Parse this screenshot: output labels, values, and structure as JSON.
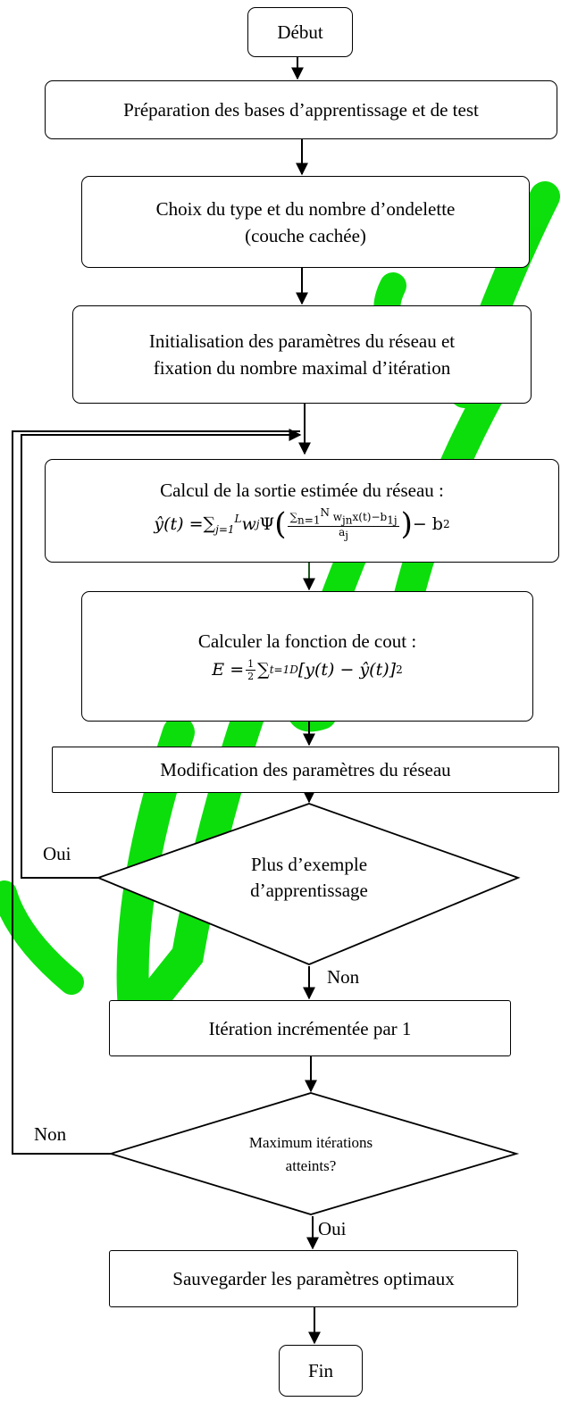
{
  "watermark_color": "#00dd00",
  "nodes": {
    "start": "Début",
    "prep": "Préparation des bases d’apprentissage et de test",
    "choice_line1": "Choix du type et du nombre d’ondelette",
    "choice_line2": "(couche cachée)",
    "init_line1": "Initialisation des paramètres du réseau et",
    "init_line2": "fixation du nombre maximal d’itération",
    "calc_title": "Calcul de la sortie estimée du réseau :",
    "cost_title": "Calculer la fonction de cout :",
    "modif": "Modification des paramètres du réseau",
    "decision1_line1": "Plus d’exemple",
    "decision1_line2": "d’apprentissage",
    "increment": "Itération incrémentée par 1",
    "decision2_line1": "Maximum itérations",
    "decision2_line2": "atteints?",
    "save": "Sauvegarder les paramètres optimaux",
    "end": "Fin"
  },
  "edge_labels": {
    "d1_yes": "Oui",
    "d1_no": "Non",
    "d2_no": "Non",
    "d2_yes": "Oui"
  },
  "formulas": {
    "output": {
      "lhs": "ŷ(t) = ",
      "sum": "∑",
      "sum_sub": "j=1",
      "sum_sup": "L",
      "w": "w",
      "w_sub": "j",
      "psi": " Ψ",
      "frac_num": "∑ⁿₙ₌₁ w",
      "num_text": "∑",
      "num_sub": "n=1",
      "num_sup": "N",
      "num_rest": " w",
      "num_rest_sub": "jn",
      "num_tail": "x(t)−b",
      "num_tail_sub": "1j",
      "den": "a",
      "den_sub": "j",
      "rhs": " − b",
      "rhs_sub": "2"
    },
    "cost": {
      "lhs": "E = ",
      "half_num": "1",
      "half_den": "2",
      "sum": "∑",
      "sum_sub": "t=1",
      "sum_sup": "D",
      "body": "[y(t) − ŷ(t)]",
      "sup": "2"
    }
  }
}
